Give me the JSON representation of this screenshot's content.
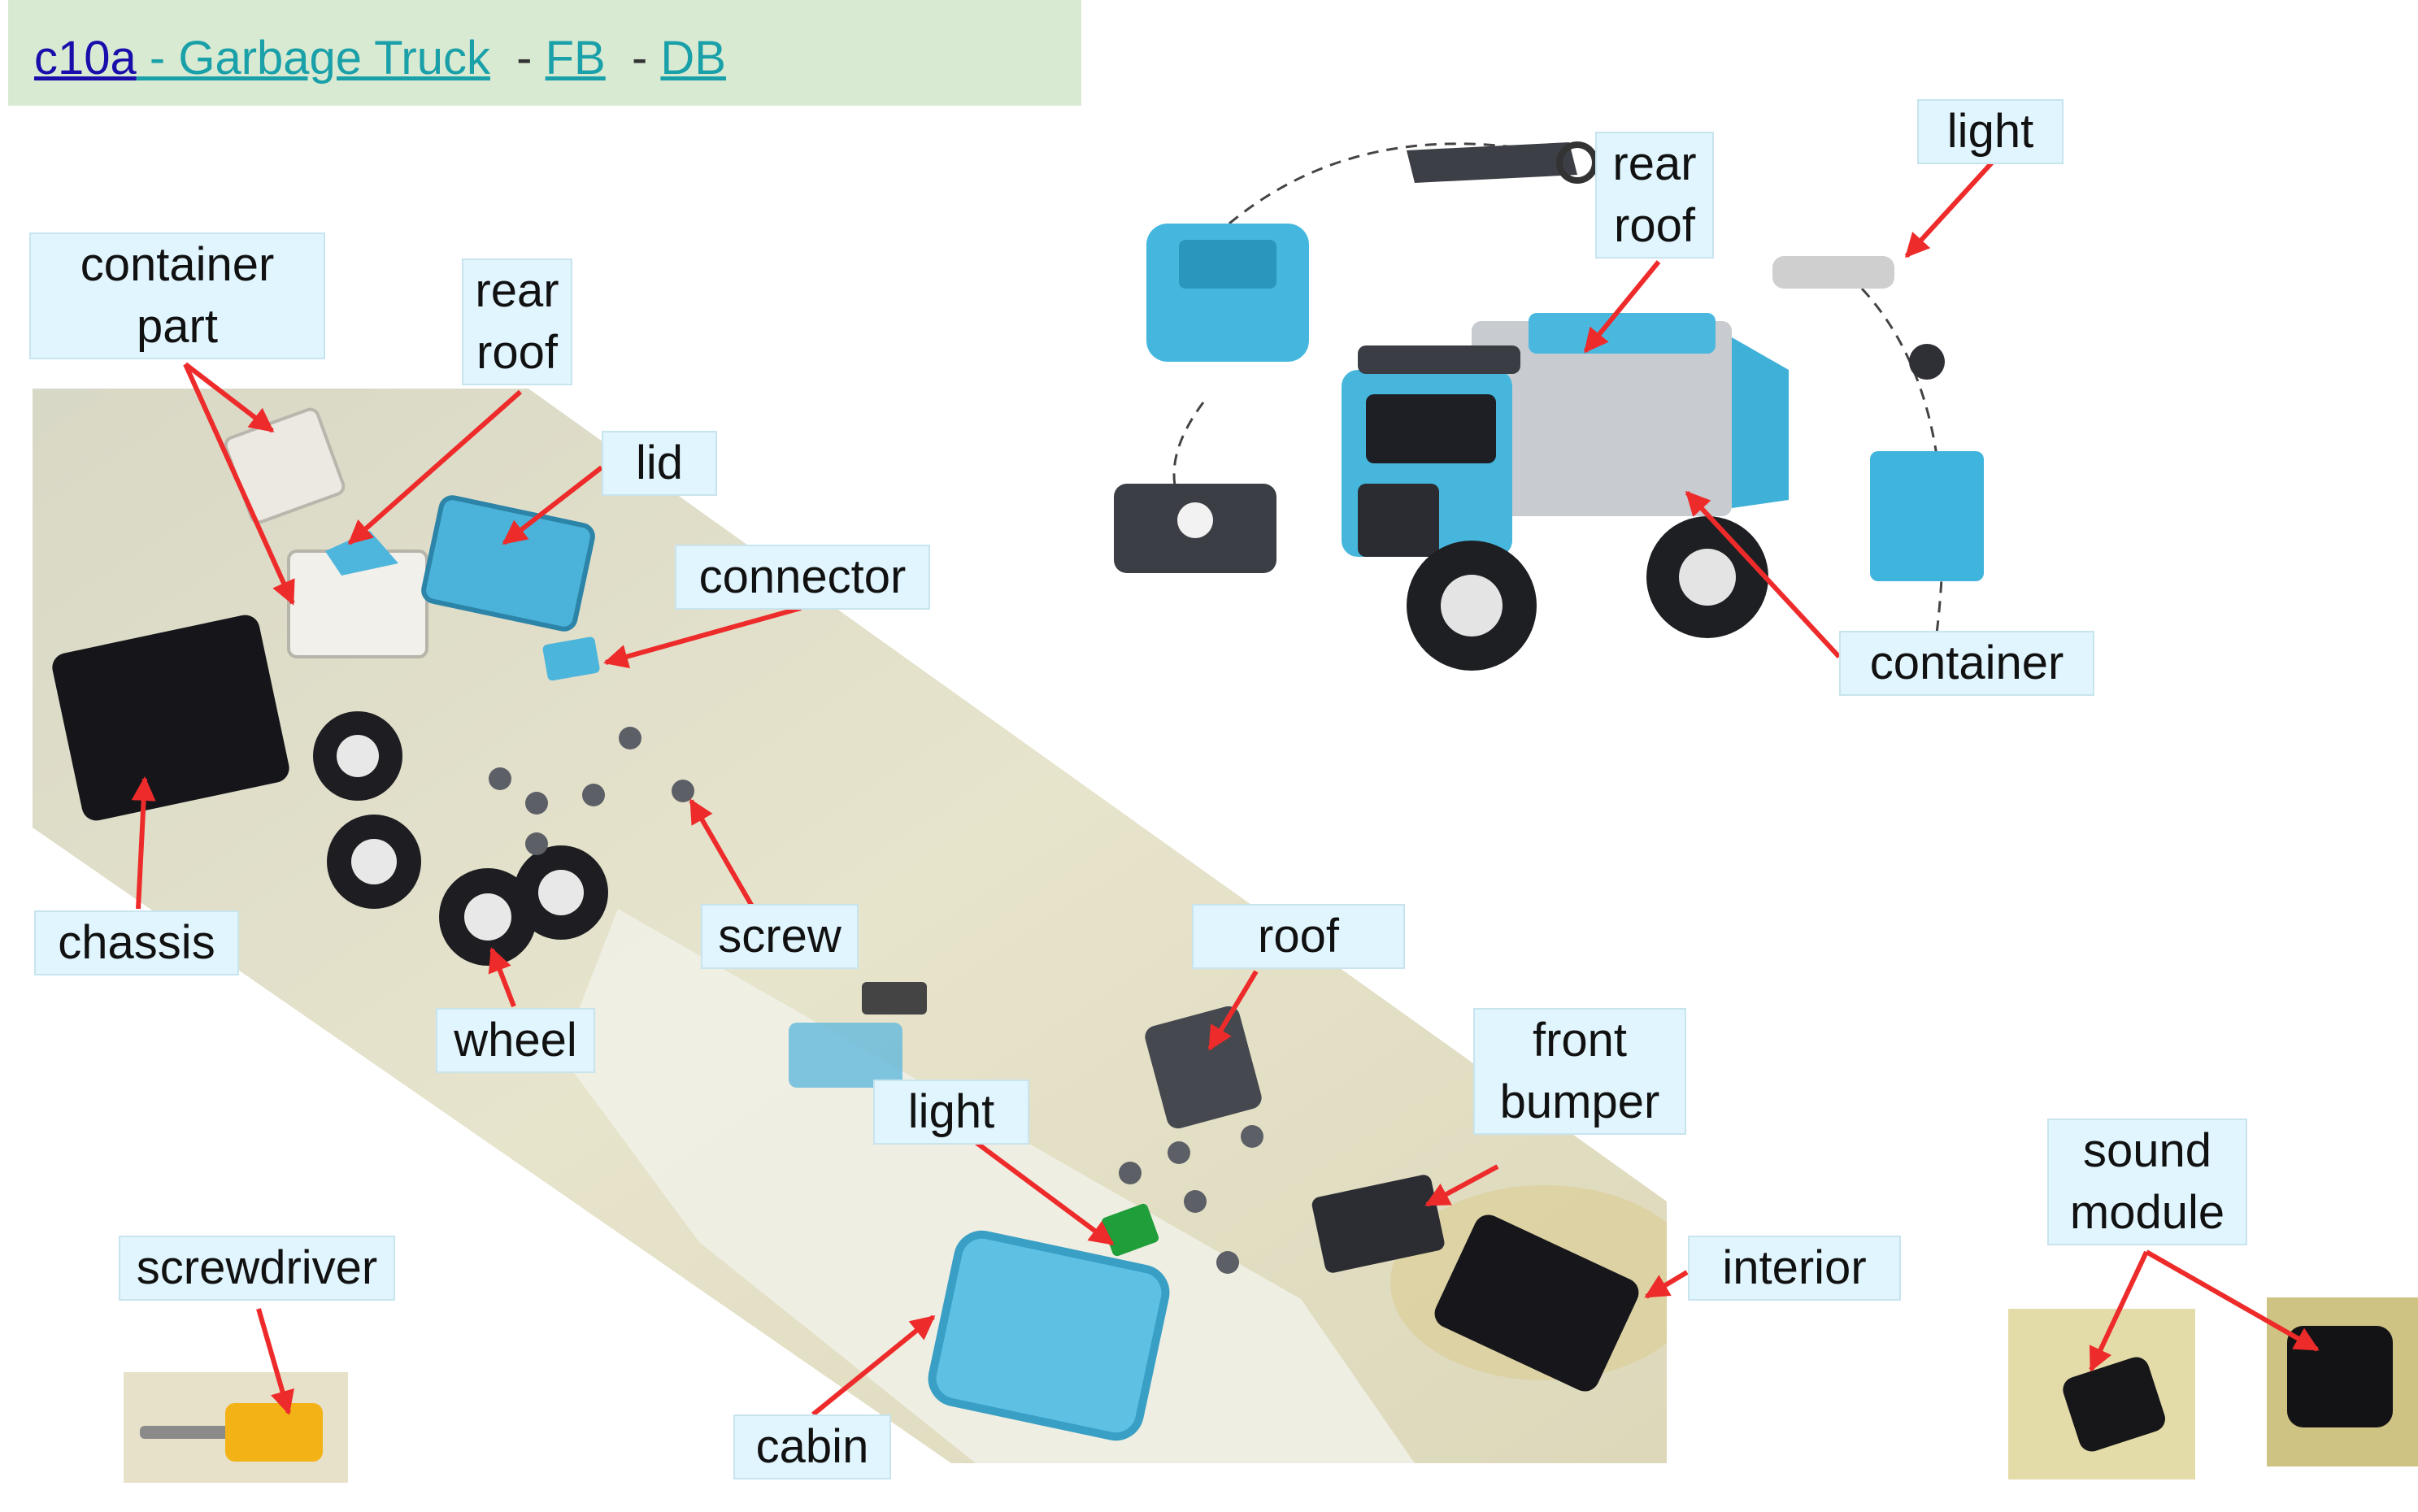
{
  "header": {
    "code_link": "c10a",
    "title_link": " - Garbage Truck",
    "sep1": "  - ",
    "fb_link": "FB",
    "sep2": "  - ",
    "db_link": "DB"
  },
  "labels": {
    "container_part": "container\npart",
    "rear_roof_left": "rear\nroof",
    "lid": "lid",
    "connector": "connector",
    "chassis": "chassis",
    "wheel": "wheel",
    "screw": "screw",
    "roof": "roof",
    "light_center": "light",
    "front_bumper": "front\nbumper",
    "interior": "interior",
    "screwdriver": "screwdriver",
    "cabin": "cabin",
    "rear_roof_top": "rear\nroof",
    "light_top": "light",
    "container": "container",
    "sound_module": "sound\nmodule"
  },
  "colors": {
    "header_bg": "#d9ead3",
    "label_bg": "#e1f5fe",
    "arrow": "#ee2b2b",
    "link_primary": "#1a0dab",
    "link_secondary": "#1aa0a8",
    "truck_blue": "#3eb6dc",
    "mat": "#e6e3c8"
  }
}
